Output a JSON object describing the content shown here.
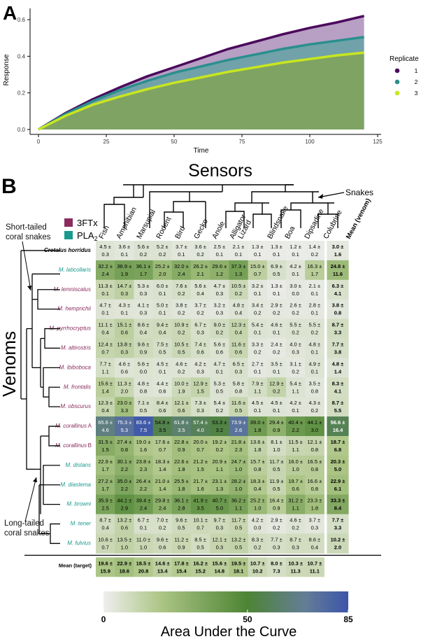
{
  "panel_a": {
    "label": "A",
    "ylabel": "Response",
    "xlabel": "Time",
    "legend_title": "Replicate"
  },
  "panel_b": {
    "label": "B",
    "sensors_title": "Sensors",
    "venoms_title": "Venoms",
    "snakes_label": "Snakes",
    "short_tailed_label": [
      "Short-tailed",
      "coral snakes"
    ],
    "long_tailed_label": [
      "Long-tailed",
      "coral snakes"
    ],
    "legend_3ftx": "3FTx",
    "legend_pla2": "PLA",
    "legend_pla2_sub": "2",
    "colorbar_title": "Area Under the Curve",
    "colors": {
      "3FTx": "#8b2c5e",
      "PLA2": "#1a9a8e"
    }
  },
  "chart_data": [
    {
      "type": "area",
      "title": "",
      "xlabel": "Time",
      "ylabel": "Response",
      "xlim": [
        0,
        125
      ],
      "ylim": [
        0,
        0.65
      ],
      "xticks": [
        0,
        25,
        50,
        75,
        100,
        125
      ],
      "yticks": [
        0.0,
        0.2,
        0.4,
        0.6
      ],
      "legend_title": "Replicate",
      "legend_position": "right",
      "x": [
        0,
        10,
        20,
        30,
        40,
        50,
        60,
        70,
        80,
        90,
        100,
        110,
        120
      ],
      "series": [
        {
          "name": "1",
          "color": "#4b0a5c",
          "values": [
            0,
            0.09,
            0.165,
            0.23,
            0.29,
            0.34,
            0.39,
            0.44,
            0.48,
            0.52,
            0.555,
            0.585,
            0.62
          ]
        },
        {
          "name": "2",
          "color": "#2a8f8e",
          "values": [
            0,
            0.085,
            0.155,
            0.215,
            0.265,
            0.31,
            0.345,
            0.38,
            0.41,
            0.44,
            0.465,
            0.485,
            0.505
          ]
        },
        {
          "name": "3",
          "color": "#c8e620",
          "values": [
            0,
            0.075,
            0.135,
            0.18,
            0.22,
            0.255,
            0.285,
            0.315,
            0.34,
            0.365,
            0.385,
            0.405,
            0.42
          ]
        }
      ]
    },
    {
      "type": "heatmap",
      "title": "",
      "columns": [
        "Fish",
        "Amphibian",
        "Marsupial",
        "Rodent",
        "Bird",
        "Gecko",
        "Anole",
        "Alligator",
        "Lizard",
        "Blindsnake",
        "Boa",
        "Dipsadine",
        "Colubrine"
      ],
      "mean_venom_label": "Mean (venom)",
      "mean_target_label": "Mean (target)",
      "colorbar_ticks": [
        0,
        50,
        85
      ],
      "colorbar_range": [
        0,
        85
      ],
      "rows": [
        {
          "name": "Crotalus horridus",
          "toxin": "none",
          "values": [
            "4.5 ±",
            "3.6 ±",
            "5.6 ±",
            "5.2 ±",
            "3.7 ±",
            "3.6 ±",
            "2.5 ±",
            "2.1 ±",
            "1.3 ±",
            "1.3 ±",
            "1.2 ±",
            "1.4 ±"
          ],
          "errors": [
            "0.3",
            "0.1",
            "0.2",
            "0.2",
            "0.1",
            "0.2",
            "0.1",
            "0.1",
            "0.1",
            "0.1",
            "0.1",
            "0.2"
          ],
          "mean": [
            "3.0 ±",
            "1.6"
          ]
        },
        {
          "name": "M. laticollaris",
          "toxin": "PLA2",
          "values": [
            "32.2 ±",
            "36.9 ±",
            "36.1 ±",
            "25.2 ±",
            "32.0 ±",
            "26.2 ±",
            "29.6 ±",
            "37.3 ±",
            "15.0 ±",
            "6.9 ±",
            "4.2 ±",
            "16.3 ±"
          ],
          "errors": [
            "2.4",
            "1.9",
            "1.7",
            "2.0",
            "2.4",
            "2.1",
            "1.2",
            "1.3",
            "0.7",
            "0.5",
            "0.1",
            "1.7"
          ],
          "mean": [
            "24.8 ±",
            "11.6"
          ]
        },
        {
          "name": "M. lemniscatus",
          "toxin": "3FTx",
          "values": [
            "11.3 ±",
            "14.7 ±",
            "5.3 ±",
            "6.0 ±",
            "7.6 ±",
            "5.6 ±",
            "4.7 ±",
            "10.5 ±",
            "3.2 ±",
            "1.3 ±",
            "3.0 ±",
            "2.1 ±"
          ],
          "errors": [
            "0.1",
            "0.3",
            "0.3",
            "0.1",
            "0.2",
            "0.4",
            "0.3",
            "0.2",
            "0.1",
            "0.1",
            "0.0",
            "0.1"
          ],
          "mean": [
            "6.3 ±",
            "4.1"
          ]
        },
        {
          "name": "M. hemprichii",
          "toxin": "3FTx",
          "values": [
            "4.7 ±",
            "4.3 ±",
            "4.1 ±",
            "5.0 ±",
            "3.8 ±",
            "3.7 ±",
            "3.2 ±",
            "4.8 ±",
            "3.4 ±",
            "2.9 ±",
            "2.6 ±",
            "2.8 ±"
          ],
          "errors": [
            "0.1",
            "0.1",
            "0.3",
            "0.1",
            "0.2",
            "0.2",
            "0.3",
            "0.4",
            "0.2",
            "0.2",
            "0.2",
            "0.1"
          ],
          "mean": [
            "3.8 ±",
            "0.8"
          ]
        },
        {
          "name": "M. pyrrhocryptus",
          "toxin": "3FTx",
          "values": [
            "11.1 ±",
            "15.1 ±",
            "8.6 ±",
            "9.4 ±",
            "10.9 ±",
            "6.7 ±",
            "9.0 ±",
            "12.3 ±",
            "5.4 ±",
            "4.6 ±",
            "5.5 ±",
            "5.5 ±"
          ],
          "errors": [
            "0.4",
            "0.6",
            "0.4",
            "0.4",
            "0.2",
            "0.3",
            "0.2",
            "0.4",
            "0.1",
            "0.1",
            "0.2",
            "0.2"
          ],
          "mean": [
            "8.7 ±",
            "3.3"
          ]
        },
        {
          "name": "M. altirostris",
          "toxin": "3FTx",
          "values": [
            "12.4 ±",
            "13.8 ±",
            "9.6 ±",
            "7.5 ±",
            "10.5 ±",
            "7.4 ±",
            "5.6 ±",
            "11.6 ±",
            "3.3 ±",
            "2.4 ±",
            "4.0 ±",
            "4.8 ±"
          ],
          "errors": [
            "0.7",
            "0.3",
            "0.9",
            "0.5",
            "0.5",
            "0.6",
            "0.6",
            "0.6",
            "0.2",
            "0.2",
            "0.3",
            "0.1"
          ],
          "mean": [
            "7.7 ±",
            "3.8"
          ]
        },
        {
          "name": "M. ibiboboca",
          "toxin": "3FTx",
          "values": [
            "7.7 ±",
            "4.6 ±",
            "5.6 ±",
            "4.5 ±",
            "4.6 ±",
            "4.2 ±",
            "4.7 ±",
            "6.5 ±",
            "2.7 ±",
            "3.5 ±",
            "3.1 ±",
            "4.9 ±"
          ],
          "errors": [
            "1.1",
            "0.6",
            "0.0",
            "0.1",
            "0.2",
            "0.3",
            "0.1",
            "0.3",
            "0.1",
            "0.1",
            "0.2",
            "0.1"
          ],
          "mean": [
            "4.8 ±",
            "1.4"
          ]
        },
        {
          "name": "M. frontalis",
          "toxin": "3FTx",
          "values": [
            "15.6 ±",
            "11.3 ±",
            "4.8 ±",
            "4.4 ±",
            "10.0 ±",
            "12.9 ±",
            "5.3 ±",
            "5.8 ±",
            "7.9 ±",
            "12.9 ±",
            "5.4 ±",
            "3.5 ±"
          ],
          "errors": [
            "1.4",
            "2.0",
            "0.8",
            "0.6",
            "1.9",
            "1.5",
            "0.5",
            "0.8",
            "1.1",
            "0.2",
            "1.1",
            "0.8"
          ],
          "mean": [
            "8.3 ±",
            "4.1"
          ]
        },
        {
          "name": "M. obscurus",
          "toxin": "3FTx",
          "values": [
            "12.3 ±",
            "23.0 ±",
            "7.1 ±",
            "8.4 ±",
            "12.1 ±",
            "7.3 ±",
            "5.4 ±",
            "11.6 ±",
            "4.5 ±",
            "4.5 ±",
            "4.2 ±",
            "4.3 ±"
          ],
          "errors": [
            "0.4",
            "3.3",
            "0.5",
            "0.6",
            "0.6",
            "0.3",
            "0.2",
            "0.5",
            "0.1",
            "0.1",
            "0.1",
            "0.2"
          ],
          "mean": [
            "8.7 ±",
            "5.5"
          ]
        },
        {
          "name": "M. corallinus A",
          "toxin": "3FTx",
          "values": [
            "65.6 ±",
            "75.3 ±",
            "83.6 ±",
            "54.8 ±",
            "61.8 ±",
            "57.4 ±",
            "53.3 ±",
            "73.9 ±",
            "39.0 ±",
            "29.4 ±",
            "40.4 ±",
            "44.1 ±"
          ],
          "errors": [
            "4.6",
            "5.3",
            "7.5",
            "3.5",
            "3.5",
            "4.0",
            "3.2",
            "2.6",
            "1.8",
            "0.9",
            "2.2",
            "3.0"
          ],
          "mean": [
            "56.6 ±",
            "16.4"
          ]
        },
        {
          "name": "M. corallinus B",
          "toxin": "3FTx",
          "values": [
            "31.5 ±",
            "27.4 ±",
            "19.0 ±",
            "17.6 ±",
            "22.8 ±",
            "20.0 ±",
            "19.2 ±",
            "21.8 ±",
            "13.6 ±",
            "8.1 ±",
            "11.5 ±",
            "12.1 ±"
          ],
          "errors": [
            "1.5",
            "0.8",
            "1.6",
            "0.7",
            "0.9",
            "0.7",
            "0.2",
            "2.3",
            "1.8",
            "1.0",
            "1.1",
            "0.8"
          ],
          "mean": [
            "18.7 ±",
            "6.8"
          ]
        },
        {
          "name": "M. distans",
          "toxin": "PLA2",
          "values": [
            "22.9 ±",
            "30.1 ±",
            "23.8 ±",
            "18.3 ±",
            "22.6 ±",
            "21.2 ±",
            "20.9 ±",
            "24.7 ±",
            "15.7 ±",
            "11.7 ±",
            "16.0 ±",
            "16.5 ±"
          ],
          "errors": [
            "1.7",
            "2.2",
            "2.3",
            "1.4",
            "1.8",
            "1.5",
            "1.1",
            "1.0",
            "0.8",
            "0.5",
            "1.0",
            "0.8"
          ],
          "mean": [
            "20.3 ±",
            "5.0"
          ]
        },
        {
          "name": "M. diastema",
          "toxin": "PLA2",
          "values": [
            "27.2 ±",
            "35.0 ±",
            "26.4 ±",
            "21.0 ±",
            "25.5 ±",
            "21.7 ±",
            "23.1 ±",
            "28.2 ±",
            "18.3 ±",
            "11.9 ±",
            "19.7 ±",
            "16.6 ±"
          ],
          "errors": [
            "1.7",
            "2.2",
            "2.2",
            "1.4",
            "1.8",
            "1.6",
            "1.3",
            "1.0",
            "0.4",
            "0.5",
            "0.6",
            "0.8"
          ],
          "mean": [
            "22.9 ±",
            "6.1"
          ]
        },
        {
          "name": "M. browni",
          "toxin": "PLA2",
          "values": [
            "35.9 ±",
            "44.1 ±",
            "39.4 ±",
            "29.8 ±",
            "36.1 ±",
            "41.9 ±",
            "40.7 ±",
            "36.2 ±",
            "25.2 ±",
            "16.4 ±",
            "31.2 ±",
            "23.3 ±"
          ],
          "errors": [
            "2.5",
            "2.9",
            "2.4",
            "2.4",
            "2.8",
            "3.5",
            "5.0",
            "1.1",
            "1.0",
            "0.9",
            "1.1",
            "1.8"
          ],
          "mean": [
            "33.3 ±",
            "8.4"
          ]
        },
        {
          "name": "M. tener",
          "toxin": "PLA2",
          "values": [
            "8.7 ±",
            "13.2 ±",
            "6.7 ±",
            "7.0 ±",
            "9.6 ±",
            "10.1 ±",
            "9.7 ±",
            "11.7 ±",
            "4.2 ±",
            "2.9 ±",
            "4.6 ±",
            "3.7 ±"
          ],
          "errors": [
            "0.4",
            "0.6",
            "0.1",
            "0.2",
            "0.5",
            "0.7",
            "0.3",
            "0.5",
            "0.0",
            "0.2",
            "0.2",
            "0.3"
          ],
          "mean": [
            "7.7 ±",
            "3.3"
          ]
        },
        {
          "name": "M. fulvius",
          "toxin": "PLA2",
          "values": [
            "10.6 ±",
            "13.5 ±",
            "11.0 ±",
            "9.6 ±",
            "11.2 ±",
            "8.5 ±",
            "12.1 ±",
            "13.2 ±",
            "8.3 ±",
            "7.7 ±",
            "8.7 ±",
            "8.6 ±"
          ],
          "errors": [
            "0.7",
            "1.0",
            "1.0",
            "0.6",
            "0.9",
            "0.5",
            "0.3",
            "0.5",
            "0.2",
            "0.3",
            "0.3",
            "0.4"
          ],
          "mean": [
            "10.2 ±",
            "2.0"
          ]
        }
      ],
      "mean_target": {
        "values": [
          "19.6 ±",
          "22.9 ±",
          "18.5 ±",
          "14.6 ±",
          "17.8 ±",
          "16.2 ±",
          "15.6 ±",
          "19.5 ±",
          "10.7 ±",
          "8.0 ±",
          "10.3 ±",
          "10.7 ±"
        ],
        "errors": [
          "15.9",
          "18.6",
          "20.8",
          "13.4",
          "15.4",
          "15.2",
          "14.8",
          "18.1",
          "10.2",
          "7.3",
          "11.3",
          "11.1"
        ]
      }
    }
  ]
}
